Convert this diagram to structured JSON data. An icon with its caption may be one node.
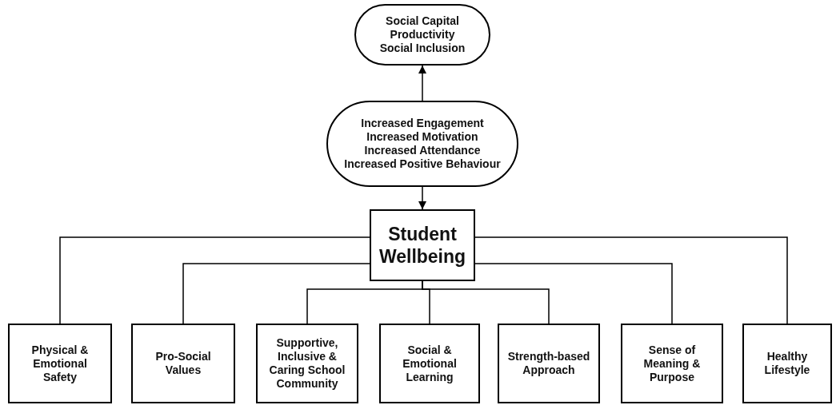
{
  "diagram": {
    "nodes": [
      {
        "text": [
          "Social Capital",
          "Productivity",
          "Social Inclusion"
        ]
      },
      {
        "text": [
          "Increased Engagement",
          "Increased Motivation",
          "Increased Attendance",
          "Increased Positive Behaviour"
        ]
      },
      {
        "text": [
          "Student Wellbeing"
        ]
      },
      {
        "text": [
          "Physical & Emotional Safety"
        ]
      },
      {
        "text": [
          "Pro-Social Values"
        ]
      },
      {
        "text": [
          "Supportive, Inclusive & Caring School Community"
        ]
      },
      {
        "text": [
          "Social & Emotional Learning"
        ]
      },
      {
        "text": [
          "Strength-based Approach"
        ]
      },
      {
        "text": [
          "Sense of Meaning & Purpose"
        ]
      },
      {
        "text": [
          "Healthy Lifestyle"
        ]
      }
    ],
    "edges": [
      {
        "from": 1,
        "to": 0,
        "arrow": "to"
      },
      {
        "from": 1,
        "to": 2,
        "arrow": "to"
      },
      {
        "from": 2,
        "to": 3,
        "arrow": "none"
      },
      {
        "from": 2,
        "to": 4,
        "arrow": "none"
      },
      {
        "from": 2,
        "to": 5,
        "arrow": "none"
      },
      {
        "from": 2,
        "to": 6,
        "arrow": "none"
      },
      {
        "from": 2,
        "to": 7,
        "arrow": "none"
      },
      {
        "from": 2,
        "to": 8,
        "arrow": "none"
      },
      {
        "from": 2,
        "to": 9,
        "arrow": "none"
      }
    ]
  }
}
